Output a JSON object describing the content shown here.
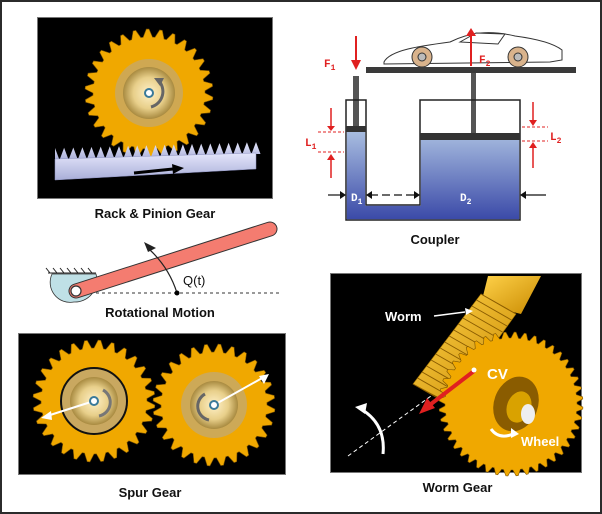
{
  "figure": {
    "panels": [
      {
        "id": "rack-pinion",
        "caption": "Rack & Pinion Gear"
      },
      {
        "id": "coupler",
        "caption": "Coupler",
        "labels": {
          "f1": "F",
          "f1_sub": "1",
          "f2": "F",
          "f2_sub": "2",
          "l1": "L",
          "l1_sub": "1",
          "l2": "L",
          "l2_sub": "2",
          "d1": "D",
          "d1_sub": "1",
          "d2": "D",
          "d2_sub": "2"
        }
      },
      {
        "id": "rotational",
        "caption": "Rotational Motion",
        "labels": {
          "angle": "Q(t)"
        }
      },
      {
        "id": "spur",
        "caption": "Spur Gear"
      },
      {
        "id": "worm",
        "caption": "Worm Gear",
        "labels": {
          "worm": "Worm",
          "cv": "CV",
          "wheel": "Wheel"
        }
      }
    ],
    "colors": {
      "gear_gold": "#f0a800",
      "rack_lavender": "#c8ccf0",
      "fluid_blue": "#5a6cb8",
      "force_red": "#e02020",
      "arm_salmon": "#f47c70",
      "mount_lightblue": "#bfe0e6"
    }
  }
}
